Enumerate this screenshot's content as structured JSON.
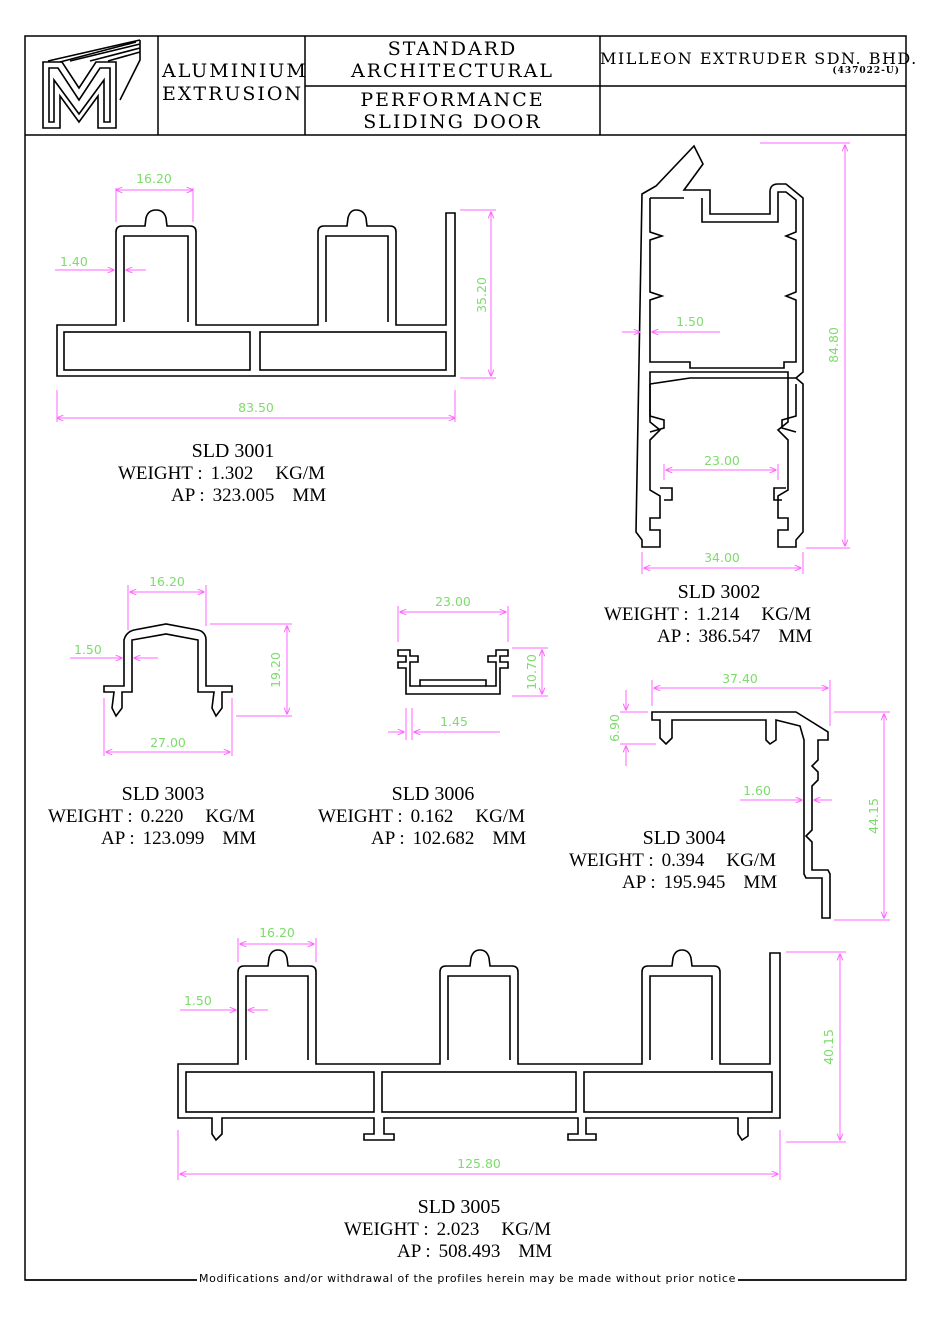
{
  "header": {
    "logo_text": "M",
    "title_left": [
      "ALUMINIUM",
      "EXTRUSION"
    ],
    "category": [
      "STANDARD",
      "ARCHITECTURAL"
    ],
    "series": [
      "PERFORMANCE",
      "SLIDING DOOR"
    ],
    "company": "MILLEON EXTRUDER SDN. BHD.",
    "company_reg": "(437022-U)"
  },
  "labels": {
    "weight": "WEIGHT :",
    "ap": "AP :",
    "weight_unit": "KG/M",
    "ap_unit": "MM"
  },
  "profiles": [
    {
      "code": "SLD 3001",
      "weight": "1.302",
      "ap": "323.005",
      "dims": [
        "16.20",
        "1.40",
        "35.20",
        "83.50"
      ]
    },
    {
      "code": "SLD 3002",
      "weight": "1.214",
      "ap": "386.547",
      "dims": [
        "1.50",
        "84.80",
        "23.00",
        "34.00"
      ]
    },
    {
      "code": "SLD 3003",
      "weight": "0.220",
      "ap": "123.099",
      "dims": [
        "16.20",
        "1.50",
        "19.20",
        "27.00"
      ]
    },
    {
      "code": "SLD 3006",
      "weight": "0.162",
      "ap": "102.682",
      "dims": [
        "23.00",
        "10.70",
        "1.45"
      ]
    },
    {
      "code": "SLD 3004",
      "weight": "0.394",
      "ap": "195.945",
      "dims": [
        "37.40",
        "6.90",
        "1.60",
        "44.15"
      ]
    },
    {
      "code": "SLD 3005",
      "weight": "2.023",
      "ap": "508.493",
      "dims": [
        "16.20",
        "1.50",
        "40.15",
        "125.80"
      ]
    }
  ],
  "footer": "Modifications and/or withdrawal of the profiles herein may be made without prior notice",
  "colors": {
    "dimension_text": "#7ddc6c",
    "dimension_line": "#ff66ff",
    "outline": "#000000"
  }
}
